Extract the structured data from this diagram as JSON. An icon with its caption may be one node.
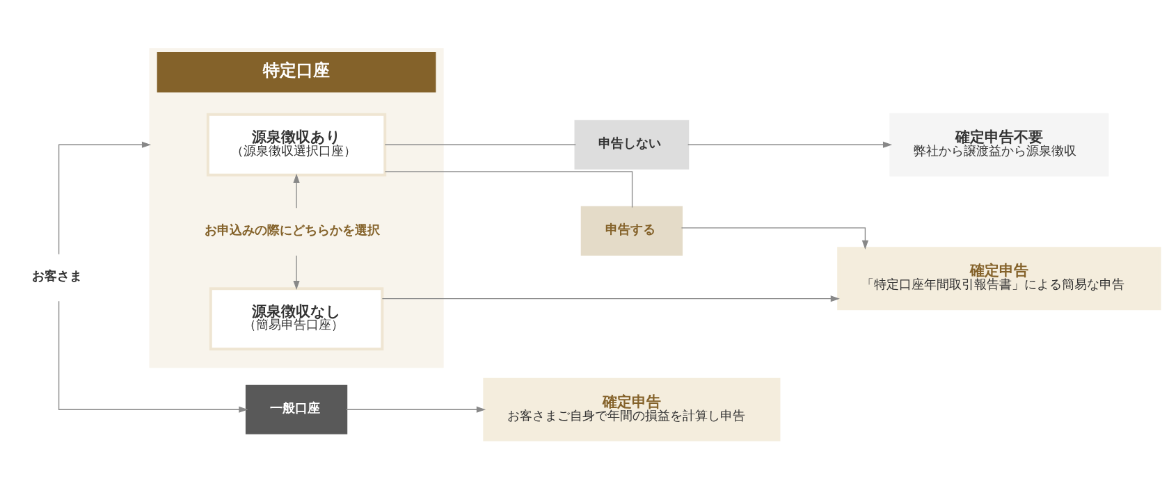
{
  "diagram": {
    "nodes": [
      {
        "text": [
          "お客さま"
        ]
      },
      {
        "text": [
          "特定口座"
        ]
      },
      {
        "text": [
          "源泉徴収あり",
          "（源泉徴収選択口座）"
        ],
        "in": 1
      },
      {
        "text": [
          "お申込みの際にどちらかを選択"
        ],
        "in": 1
      },
      {
        "text": [
          "源泉徴収なし",
          "（簡易申告口座）"
        ],
        "in": 1
      },
      {
        "text": [
          "一般口座"
        ]
      },
      {
        "text": [
          "申告しない"
        ]
      },
      {
        "text": [
          "申告する"
        ]
      },
      {
        "text": [
          "確定申告不要",
          "弊社から譲渡益から源泉徴収"
        ]
      },
      {
        "text": [
          "確定申告",
          "「特定口座年間取引報告書」による簡易な申告"
        ]
      },
      {
        "text": [
          "確定申告",
          "お客さまご自身で年間の損益を計算し申告"
        ]
      }
    ],
    "edges": [
      {
        "from": 0,
        "to": 1,
        "arrow": "to"
      },
      {
        "from": 0,
        "to": 5,
        "arrow": "to"
      },
      {
        "from": 3,
        "to": 2,
        "arrow": "to"
      },
      {
        "from": 3,
        "to": 4,
        "arrow": "to"
      },
      {
        "from": 2,
        "to": 6,
        "arrow": "none"
      },
      {
        "from": 2,
        "to": 7,
        "arrow": "none"
      },
      {
        "from": 6,
        "to": 8,
        "arrow": "to"
      },
      {
        "from": 7,
        "to": 9,
        "arrow": "to"
      },
      {
        "from": 4,
        "to": 9,
        "arrow": "to"
      },
      {
        "from": 5,
        "to": 10,
        "arrow": "to"
      }
    ]
  }
}
